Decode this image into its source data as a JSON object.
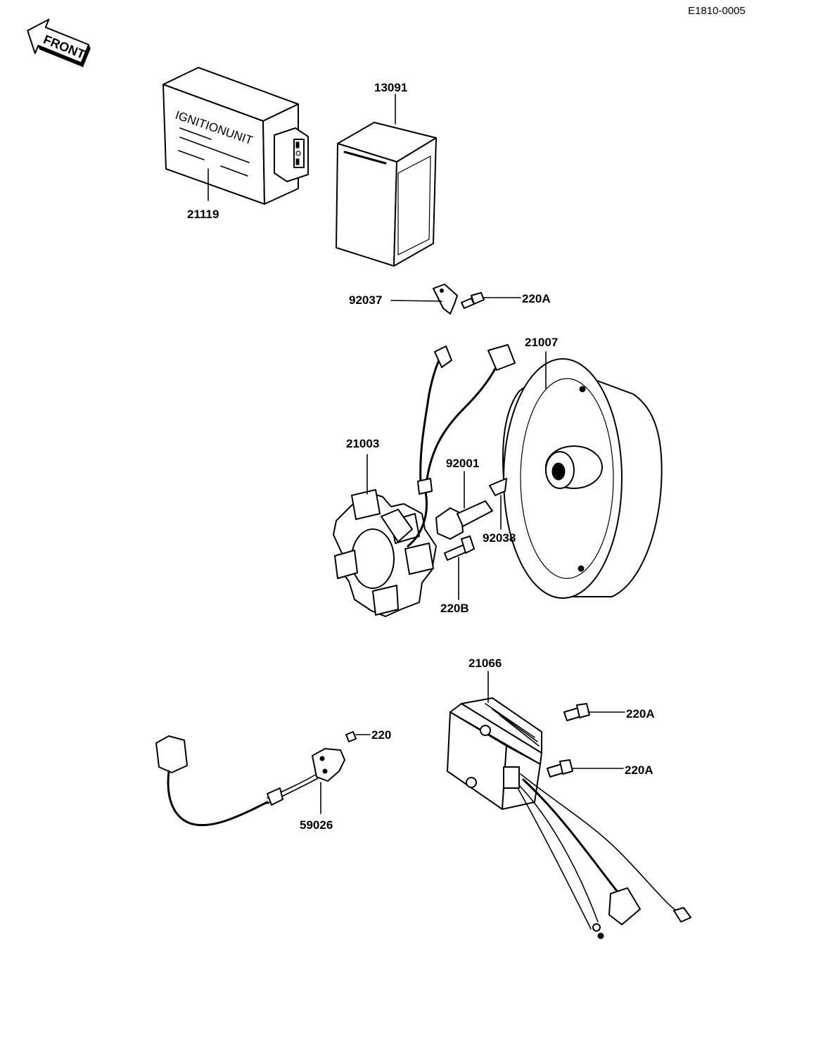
{
  "diagram": {
    "ref_code": "E1810-0005",
    "front_label": "FRONT",
    "ignition_unit_text": "IGNITIONUNIT"
  },
  "parts": [
    {
      "id": "ignition-unit",
      "number": "21119"
    },
    {
      "id": "box-cover",
      "number": "13091"
    },
    {
      "id": "bracket",
      "number": "92037"
    },
    {
      "id": "bracket-bolt",
      "number": "220A"
    },
    {
      "id": "flywheel",
      "number": "21007"
    },
    {
      "id": "stator",
      "number": "21003"
    },
    {
      "id": "rotor-bolt",
      "number": "92001"
    },
    {
      "id": "woodruff-key",
      "number": "92038"
    },
    {
      "id": "stator-screw",
      "number": "220B"
    },
    {
      "id": "regulator",
      "number": "21066"
    },
    {
      "id": "regulator-bolt-upper",
      "number": "220A"
    },
    {
      "id": "regulator-bolt-lower",
      "number": "220A"
    },
    {
      "id": "pickup-screw",
      "number": "220"
    },
    {
      "id": "pickup-coil",
      "number": "59026"
    }
  ]
}
